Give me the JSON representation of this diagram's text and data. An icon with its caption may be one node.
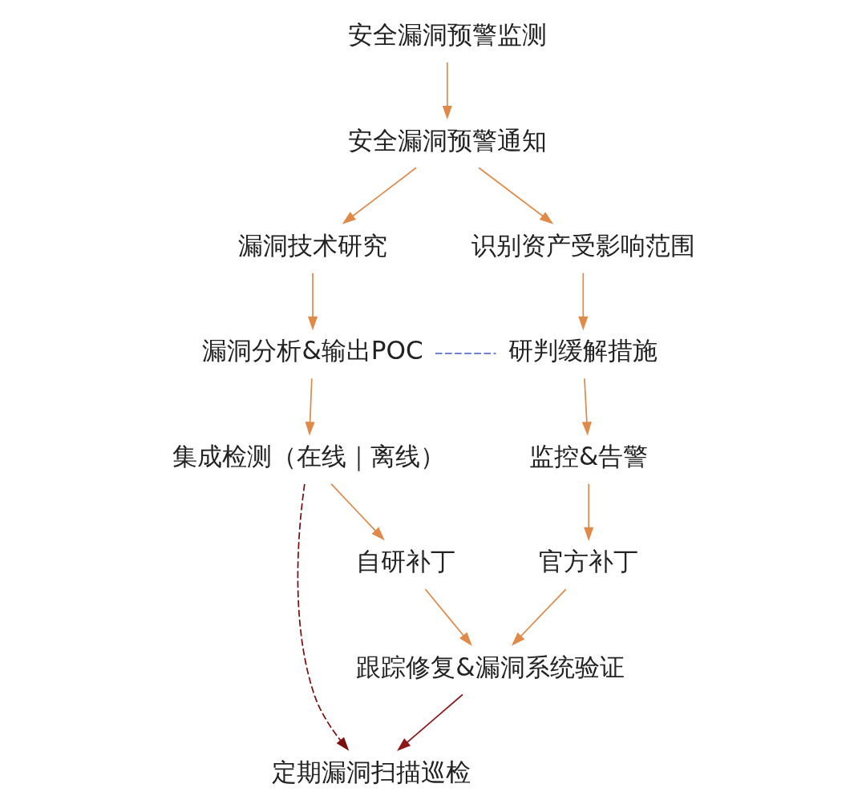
{
  "diagram": {
    "nodes": [
      {
        "text": [
          "安全漏洞预警监测"
        ]
      },
      {
        "text": [
          "安全漏洞预警通知"
        ]
      },
      {
        "text": [
          "漏洞技术研究"
        ]
      },
      {
        "text": [
          "识别资产受影响范围"
        ]
      },
      {
        "text": [
          "漏洞分析&输出POC"
        ]
      },
      {
        "text": [
          "研判缓解措施"
        ]
      },
      {
        "text": [
          "集成检测（在线｜离线）"
        ]
      },
      {
        "text": [
          "监控&告警"
        ]
      },
      {
        "text": [
          "自研补丁"
        ]
      },
      {
        "text": [
          "官方补丁"
        ]
      },
      {
        "text": [
          "定期漏洞扫描巡检"
        ]
      },
      {
        "text": [
          "跟踪修复&漏洞系统验证"
        ]
      }
    ],
    "edges": [
      {
        "from": 0,
        "to": 1,
        "arrow": "to"
      },
      {
        "from": 1,
        "to": 2,
        "arrow": "to"
      },
      {
        "from": 1,
        "to": 3,
        "arrow": "to"
      },
      {
        "from": 2,
        "to": 4,
        "arrow": "to"
      },
      {
        "from": 3,
        "to": 5,
        "arrow": "to"
      },
      {
        "from": 4,
        "to": 5,
        "arrow": "none",
        "style": "dashed",
        "color": "#5a6fd6"
      },
      {
        "from": 4,
        "to": 6,
        "arrow": "to"
      },
      {
        "from": 5,
        "to": 7,
        "arrow": "to"
      },
      {
        "from": 6,
        "to": 8,
        "arrow": "to"
      },
      {
        "from": 7,
        "to": 9,
        "arrow": "to"
      },
      {
        "from": 8,
        "to": 11,
        "arrow": "to"
      },
      {
        "from": 9,
        "to": 11,
        "arrow": "to"
      },
      {
        "from": 6,
        "to": 10,
        "arrow": "to",
        "style": "dashed",
        "color": "#7a1010"
      },
      {
        "from": 11,
        "to": 10,
        "arrow": "to",
        "color": "#8b1a1a"
      }
    ]
  }
}
